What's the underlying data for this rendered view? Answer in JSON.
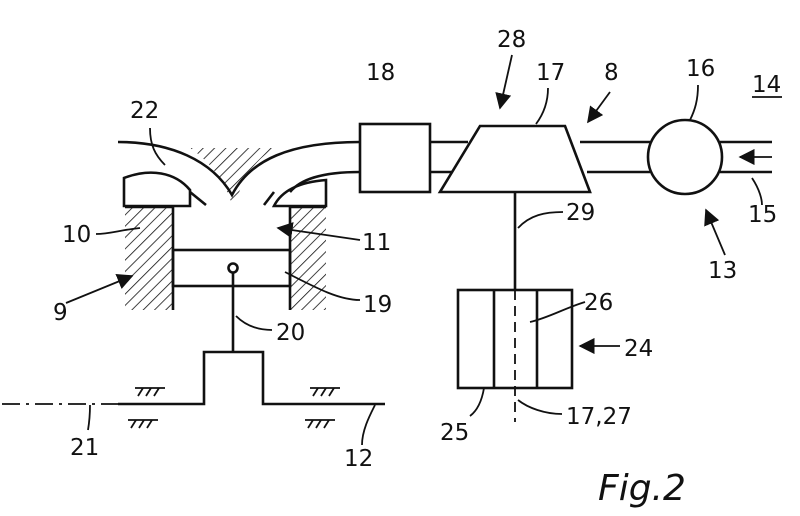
{
  "figure": {
    "caption": "Fig.2"
  },
  "labels": {
    "l8": "8",
    "l9": "9",
    "l10": "10",
    "l11": "11",
    "l12": "12",
    "l13": "13",
    "l14": "14",
    "l15": "15",
    "l16": "16",
    "l17": "17",
    "l18": "18",
    "l19": "19",
    "l20": "20",
    "l21": "21",
    "l22": "22",
    "l24": "24",
    "l25": "25",
    "l26": "26",
    "l27": "17,27",
    "l28": "28",
    "l29": "29"
  }
}
